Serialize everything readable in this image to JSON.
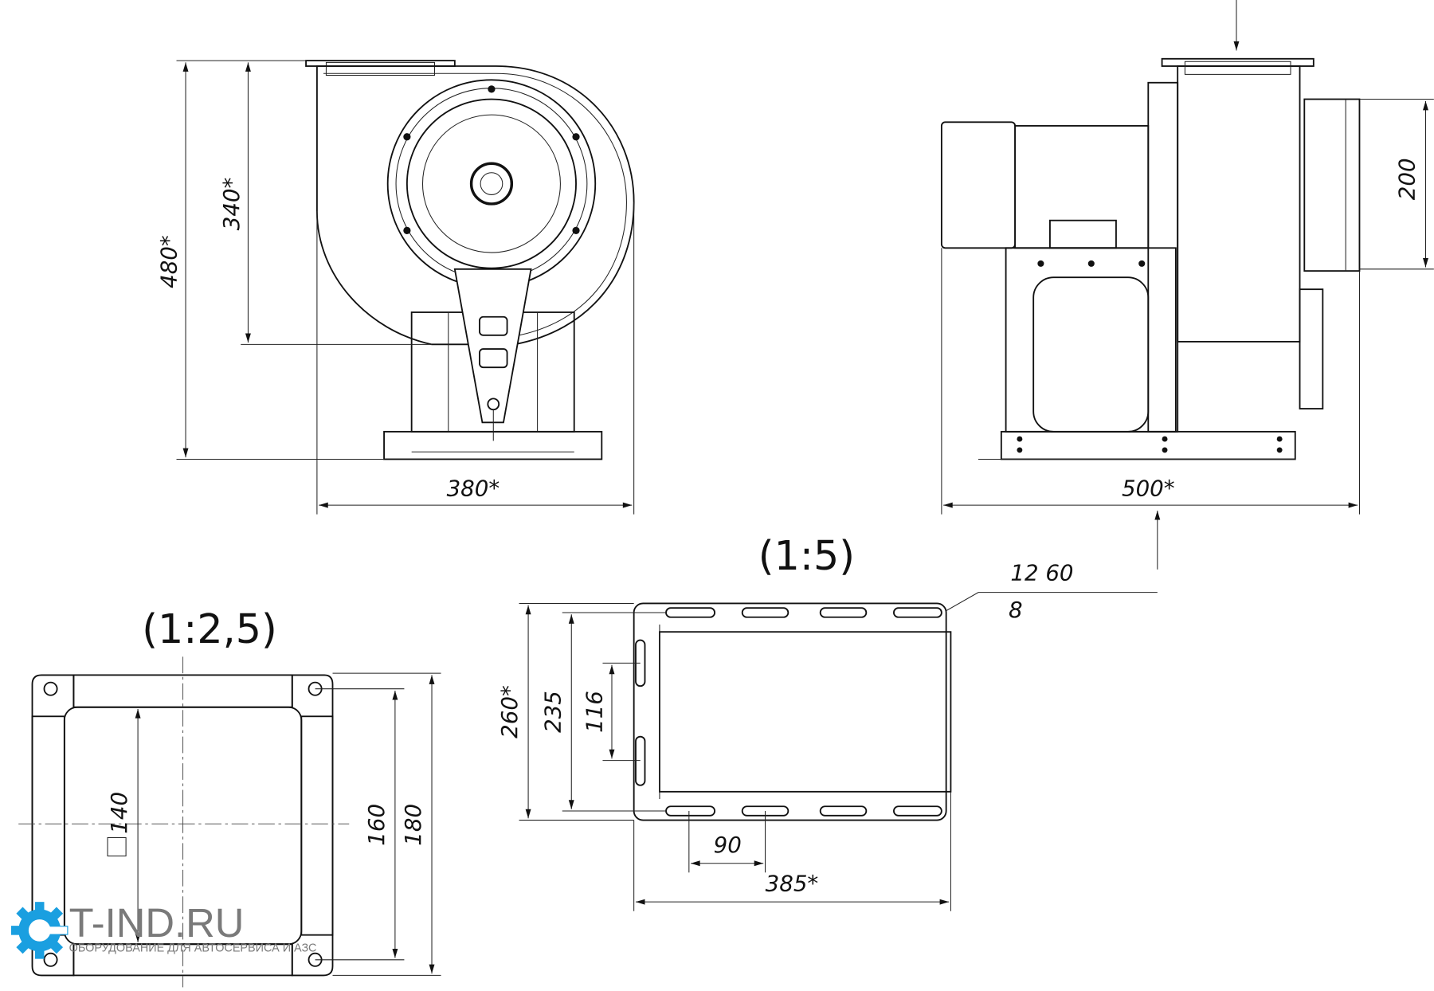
{
  "front_view": {
    "height_total": "480*",
    "axis_height": "340*",
    "width": "380*"
  },
  "side_view": {
    "length": "500*",
    "outlet": "200"
  },
  "base_plan": {
    "scale": "(1:5)",
    "slot_note_top": "12 60",
    "slot_note_bottom": "8",
    "depth_total": "260*",
    "slot_spacing_depth": "235",
    "side_slot_spacing": "116",
    "slot_pitch": "90",
    "length": "385*"
  },
  "flange": {
    "scale": "(1:2,5)",
    "opening": "140",
    "hole_spacing": "160",
    "size": "180"
  },
  "logo": {
    "name": "T-IND.RU",
    "tagline": "ОБОРУДОВАНИЕ ДЛЯ АВТОСЕРВИСА И АЗС",
    "color": "#1a9fe0"
  }
}
